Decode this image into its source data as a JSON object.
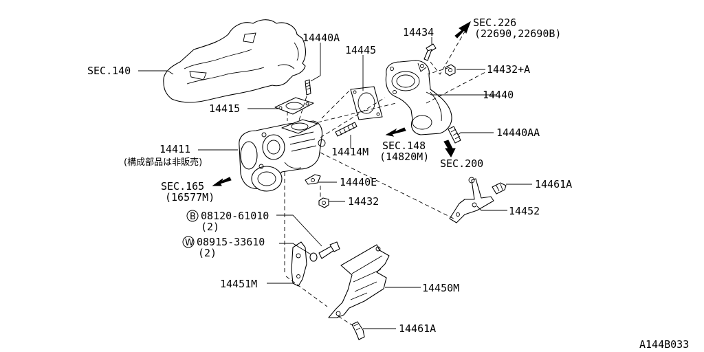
{
  "labels": {
    "sec140": "SEC.140",
    "p14440A": "14440A",
    "p14445": "14445",
    "p14434": "14434",
    "sec226": "SEC.226",
    "sec226_sub": "(22690,22690B)",
    "p14432A": "14432+A",
    "p14440": "14440",
    "p14415": "14415",
    "p14440AA": "14440AA",
    "p14411": "14411",
    "p14411_sub": "(構成部品は非販売)",
    "p14414M": "14414M",
    "sec148": "SEC.148",
    "sec148_sub": "(14820M)",
    "sec200": "SEC.200",
    "sec165": "SEC.165",
    "sec165_sub": "(16577M)",
    "p14440E": "14440E",
    "p14461A_top": "14461A",
    "p14432": "14432",
    "p14452": "14452",
    "b08120": "08120-61010",
    "b08120_qty": "(2)",
    "w08915": "08915-33610",
    "w08915_qty": "(2)",
    "p14451M": "14451M",
    "p14450M": "14450M",
    "p14461A_bot": "14461A",
    "diagram_id": "A144B033"
  },
  "badges": {
    "bolt": "B",
    "washer": "W"
  }
}
